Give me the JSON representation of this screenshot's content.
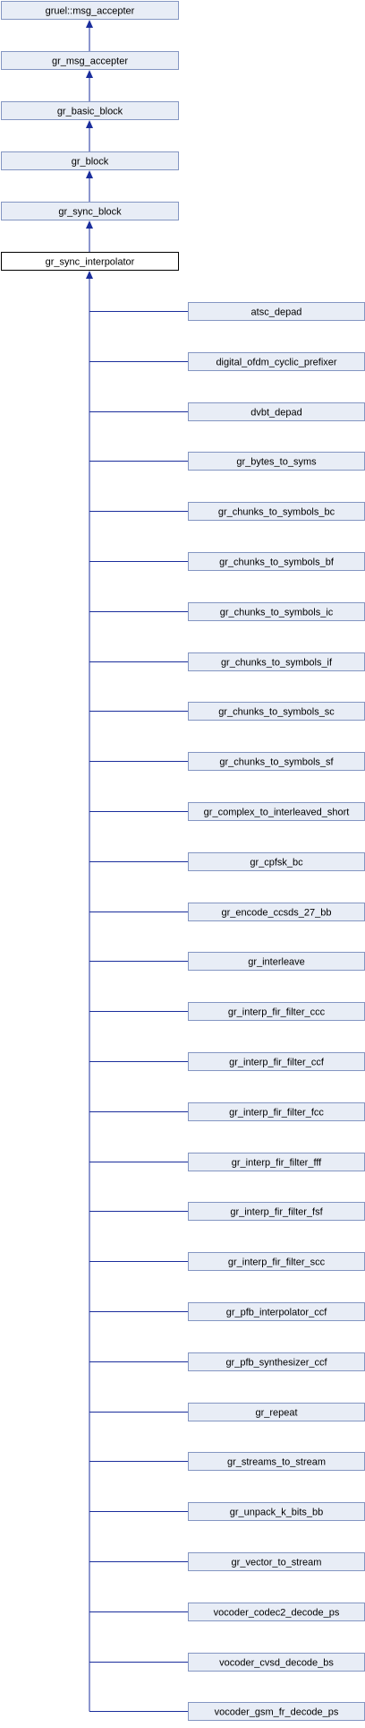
{
  "colors": {
    "node_fill": "#e8edf6",
    "node_border": "#8496c2",
    "focus_fill": "#ffffff",
    "focus_border": "#000000",
    "edge": "#1a2d9c",
    "text": "#000000"
  },
  "ancestors": [
    "gruel::msg_accepter",
    "gr_msg_accepter",
    "gr_basic_block",
    "gr_block",
    "gr_sync_block"
  ],
  "focus": "gr_sync_interpolator",
  "derived": [
    "atsc_depad",
    "digital_ofdm_cyclic_prefixer",
    "dvbt_depad",
    "gr_bytes_to_syms",
    "gr_chunks_to_symbols_bc",
    "gr_chunks_to_symbols_bf",
    "gr_chunks_to_symbols_ic",
    "gr_chunks_to_symbols_if",
    "gr_chunks_to_symbols_sc",
    "gr_chunks_to_symbols_sf",
    "gr_complex_to_interleaved_short",
    "gr_cpfsk_bc",
    "gr_encode_ccsds_27_bb",
    "gr_interleave",
    "gr_interp_fir_filter_ccc",
    "gr_interp_fir_filter_ccf",
    "gr_interp_fir_filter_fcc",
    "gr_interp_fir_filter_fff",
    "gr_interp_fir_filter_fsf",
    "gr_interp_fir_filter_scc",
    "gr_pfb_interpolator_ccf",
    "gr_pfb_synthesizer_ccf",
    "gr_repeat",
    "gr_streams_to_stream",
    "gr_unpack_k_bits_bb",
    "gr_vector_to_stream",
    "vocoder_codec2_decode_ps",
    "vocoder_cvsd_decode_bs",
    "vocoder_gsm_fr_decode_ps"
  ]
}
